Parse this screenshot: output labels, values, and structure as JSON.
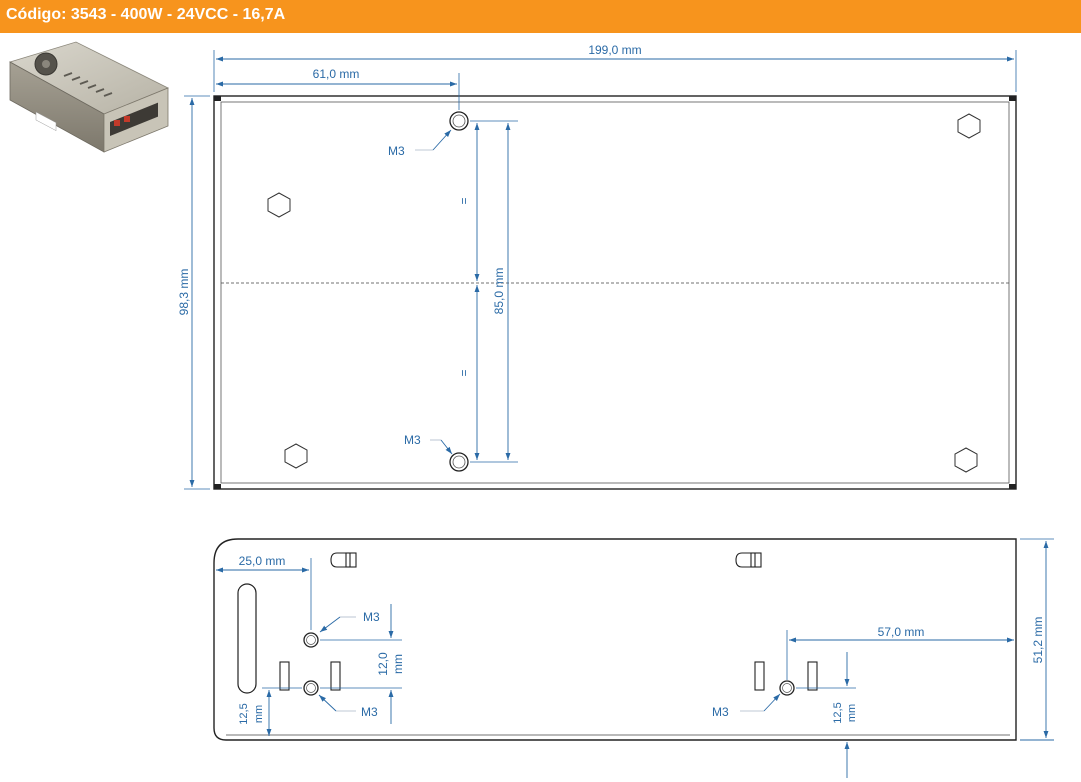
{
  "header": {
    "title": "Código: 3543 - 400W - 24VCC - 16,7A"
  },
  "colors": {
    "header_bg": "#f7941d",
    "dimension": "#2a6aa6",
    "outline": "#222222"
  },
  "icons": {
    "product": "power-supply-photo"
  },
  "top_view": {
    "width_label": "199,0 mm",
    "offset_label": "61,0 mm",
    "height_label": "98,3 mm",
    "hole_spacing_label": "85,0 mm",
    "equal_mark": "=",
    "screw_label": "M3"
  },
  "side_view": {
    "left_offset_label": "25,0 mm",
    "right_offset_label": "57,0 mm",
    "height_label": "51,2 mm",
    "hole_spacing_label_1": "12,0",
    "hole_spacing_label_2": "mm",
    "bottom_offset_label_1": "12,5",
    "bottom_offset_label_2": "mm",
    "screw_label": "M3"
  }
}
